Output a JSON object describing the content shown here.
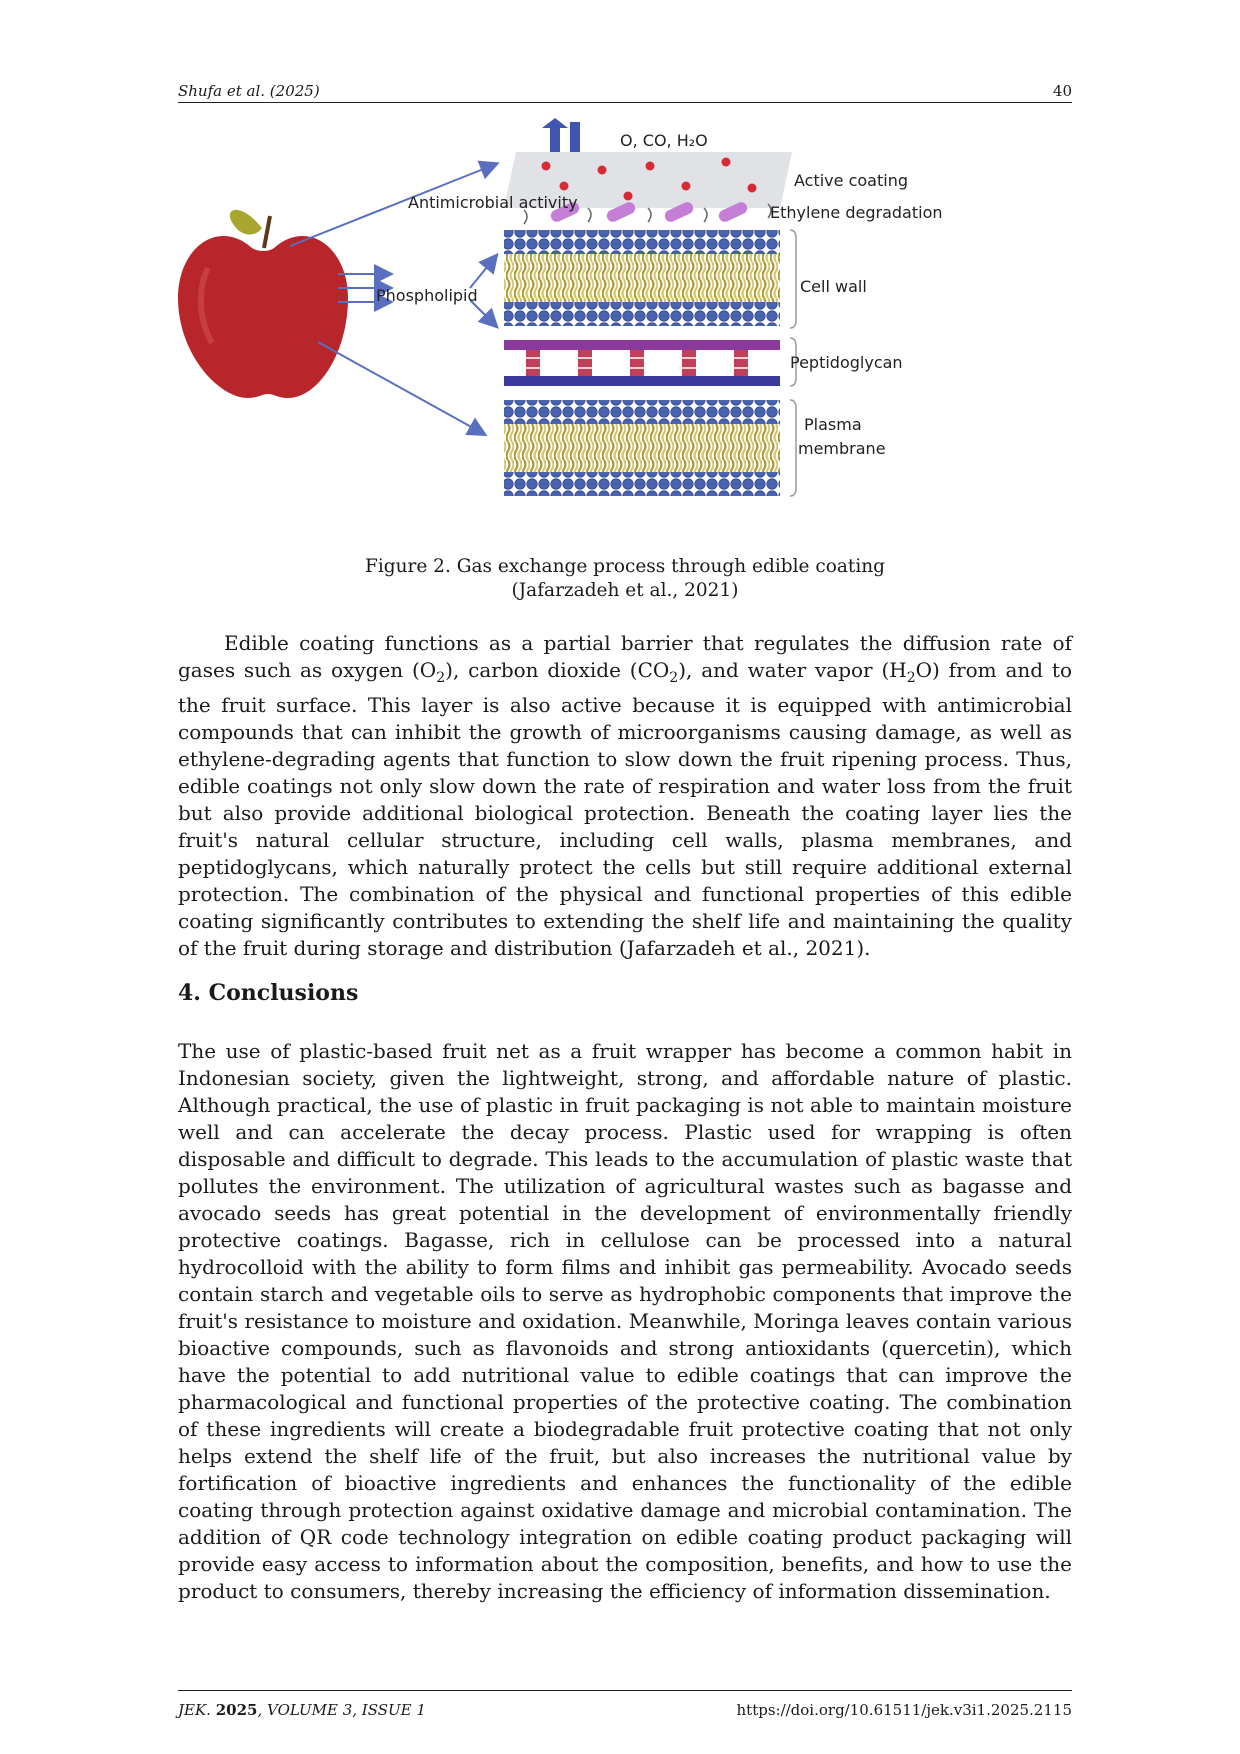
{
  "header": {
    "left": "Shufa et al. (2025)",
    "right": "40"
  },
  "figure": {
    "labels": {
      "gases": "O, CO, H₂O",
      "active_coating": "Active coating",
      "antimicrobial": "Antimicrobial activity",
      "ethylene": "Ethylene degradation",
      "phospholipid": "Phospholipid",
      "cell_wall": "Cell wall",
      "peptidoglycan": "Peptidoglycan",
      "plasma_1": "Plasma",
      "plasma_2": "membrane"
    },
    "caption_line1": "Figure 2. Gas exchange process through edible coating",
    "caption_line2": "(Jafarzadeh et al., 2021)"
  },
  "paragraph1": {
    "t1": "Edible coating functions as a partial barrier that regulates the diffusion rate of gases such as oxygen (O",
    "s1": "2",
    "t2": "), carbon dioxide (CO",
    "s2": "2",
    "t3": "), and water vapor (H",
    "s3": "2",
    "t4": "O) from and to the fruit surface. This layer is also active because it is equipped with antimicrobial compounds that can inhibit the growth of microorganisms causing damage, as well as ethylene-degrading agents that function to slow down the fruit ripening process. Thus, edible coatings not only slow down the rate of respiration and water loss from the fruit but also provide additional biological protection. Beneath the coating layer lies the fruit's natural cellular structure, including cell walls, plasma membranes, and peptidoglycans, which naturally protect the cells but still require additional external protection. The combination of the physical and functional properties of this edible coating significantly contributes to extending the shelf life and maintaining the quality of the fruit during storage and distribution (Jafarzadeh et al., 2021)."
  },
  "section_heading": "4. Conclusions",
  "paragraph2": "The use of plastic-based fruit net as a fruit wrapper has become a common habit in Indonesian society, given the lightweight, strong, and affordable nature of plastic. Although practical, the use of plastic in fruit packaging is not able to maintain moisture well and can accelerate the decay process. Plastic used for wrapping is often disposable and difficult to degrade. This leads to the accumulation of plastic waste that pollutes the environment. The utilization of agricultural wastes such as bagasse and avocado seeds has great potential in the development of environmentally friendly protective coatings. Bagasse, rich in cellulose can be processed into a natural hydrocolloid with the ability to form films and inhibit gas permeability. Avocado seeds contain starch and vegetable oils to serve as hydrophobic components that improve the fruit's resistance to moisture and oxidation. Meanwhile, Moringa leaves contain various bioactive compounds, such as flavonoids and strong antioxidants (quercetin), which have the potential to add nutritional value to edible coatings that can improve the pharmacological and functional properties of the protective coating. The combination of these ingredients will create a biodegradable fruit protective coating that not only helps extend the shelf life of the fruit, but also increases the nutritional value by fortification of bioactive ingredients and enhances the functionality of the edible coating through protection against oxidative damage and microbial contamination. The addition of QR code technology integration on edible coating product packaging will provide easy access to information about the composition, benefits, and how to use the product to consumers, thereby increasing the efficiency of information dissemination.",
  "footer": {
    "journal": "JEK.",
    "year": "2025",
    "volume": ", VOLUME 3, ISSUE 1",
    "doi": "https://doi.org/10.61511/jek.v3i1.2025.2115"
  },
  "colors": {
    "apple": "#b8252b",
    "leaf": "#a9a630",
    "arrow": "#5a6fc0",
    "bead": "#4a63b0",
    "tail": "#d8c46a",
    "pep": "#c0405a",
    "coating": "#e0e2e6",
    "particle": "#d62a36",
    "lipid": "#c47ed6"
  }
}
